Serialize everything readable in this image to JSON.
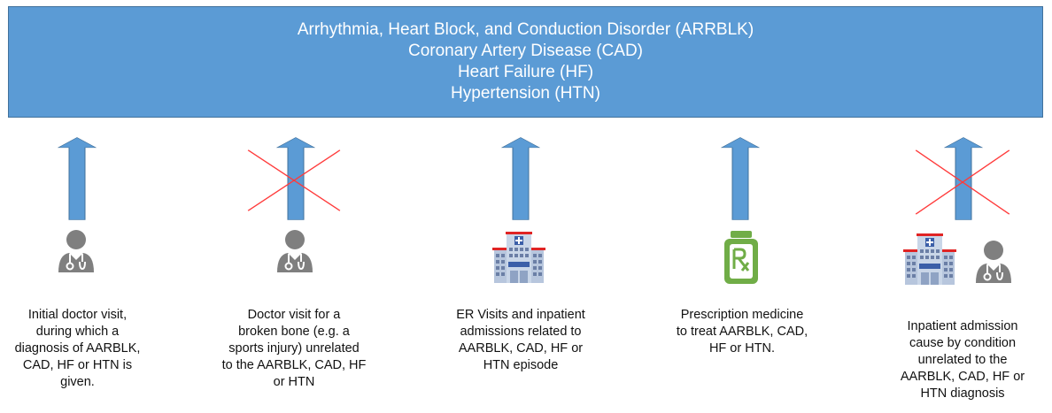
{
  "banner": {
    "lines": [
      "Arrhythmia, Heart Block, and Conduction Disorder (ARRBLK)",
      "Coronary Artery Disease (CAD)",
      "Heart Failure (HF)",
      "Hypertension (HTN)"
    ]
  },
  "columns": [
    {
      "caption": [
        "Initial doctor visit,",
        "during which a",
        "diagnosis of AARBLK,",
        "CAD, HF or HTN is",
        "given."
      ],
      "crossed": false,
      "icon": "doctor-icon"
    },
    {
      "caption": [
        "Doctor visit for a",
        "broken bone (e.g. a",
        "sports injury) unrelated",
        "to the AARBLK, CAD, HF",
        "or HTN"
      ],
      "crossed": true,
      "icon": "doctor-icon"
    },
    {
      "caption": [
        "ER Visits and inpatient",
        "admissions related to",
        "AARBLK, CAD, HF or",
        "HTN episode"
      ],
      "crossed": false,
      "icon": "hospital-icon"
    },
    {
      "caption": [
        "Prescription medicine",
        "to treat AARBLK, CAD,",
        "HF or HTN."
      ],
      "crossed": false,
      "icon": "prescription-bottle-icon"
    },
    {
      "caption": [
        "Inpatient admission",
        "cause by condition",
        "unrelated to the",
        "AARBLK, CAD, HF or",
        "HTN diagnosis"
      ],
      "crossed": true,
      "icon": "hospital-and-doctor-icon"
    }
  ],
  "colors": {
    "banner": "#5b9bd5",
    "arrow": "#5b9bd5",
    "cross": "#ff3b3b",
    "icon_gray": "#7f7f7f",
    "rx_green": "#70ad47",
    "hospital_roof": "#e02424"
  }
}
